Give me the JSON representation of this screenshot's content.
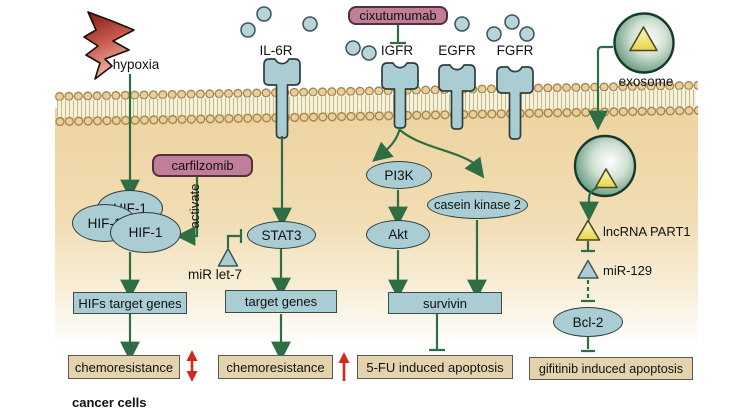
{
  "diagram": {
    "stimulus": {
      "label": "hypoxia"
    },
    "drugs": {
      "cixutumumab": "cixutumumab",
      "carfilzomib": "carfilzomib",
      "carfilzomib_action": "activate"
    },
    "receptors": [
      {
        "label": "IL-6R"
      },
      {
        "label": "IGFR"
      },
      {
        "label": "EGFR"
      },
      {
        "label": "FGFR"
      }
    ],
    "exosome": {
      "label": "exosome"
    },
    "nodes": {
      "hif1": "HIF-1",
      "stat3": "STAT3",
      "pi3k": "PI3K",
      "akt": "Akt",
      "casein_kinase_2": "casein kinase 2",
      "bcl2": "Bcl-2"
    },
    "rnas": {
      "mir_let7": "miR let-7",
      "lncrna_part1": "lncRNA PART1",
      "mir_129": "miR-129"
    },
    "gene_boxes": {
      "hifs_target_genes": "HIFs target genes",
      "target_genes": "target genes",
      "survivin": "survivin"
    },
    "outcomes": {
      "chemoresistance_hif": "chemoresistance",
      "chemoresistance_stat3": "chemoresistance",
      "fu_apoptosis": "5-FU induced apoptosis",
      "gifitinib_apoptosis": "gifitinib induced apoptosis"
    },
    "cell_label": "cancer cells",
    "colors": {
      "node_teal": "#a9cdd3",
      "drug_pink": "#c17e98",
      "outcome_beige": "#e3d4ae",
      "arrow_green": "#2d6e44",
      "alert_red": "#d2281e",
      "membrane_tan": "#e9d09a",
      "exosome_green": "#4d8a72",
      "rna_yellow": "#eedd55"
    }
  }
}
